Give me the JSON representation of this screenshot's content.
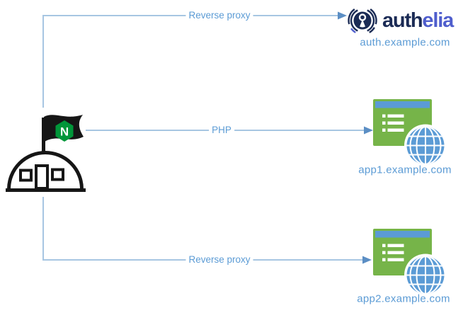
{
  "edges": {
    "top": {
      "label": "Reverse proxy"
    },
    "middle": {
      "label": "PHP"
    },
    "bottom": {
      "label": "Reverse proxy"
    }
  },
  "nodes": {
    "nginx": {
      "flag_letter": "N"
    },
    "authelia": {
      "brand_auth": "auth",
      "brand_elia": "elia",
      "domain": "auth.example.com"
    },
    "app1": {
      "domain": "app1.example.com"
    },
    "app2": {
      "domain": "app2.example.com"
    }
  },
  "colors": {
    "line": "#a7c6e2",
    "arrowhead": "#5b8ec4",
    "label": "#5b9bd5",
    "green": "#76b449",
    "blue": "#5b9bd5",
    "navy": "#1b2b55",
    "indigo": "#4f5ecd",
    "nginx": "#009639",
    "ink": "#161616"
  }
}
